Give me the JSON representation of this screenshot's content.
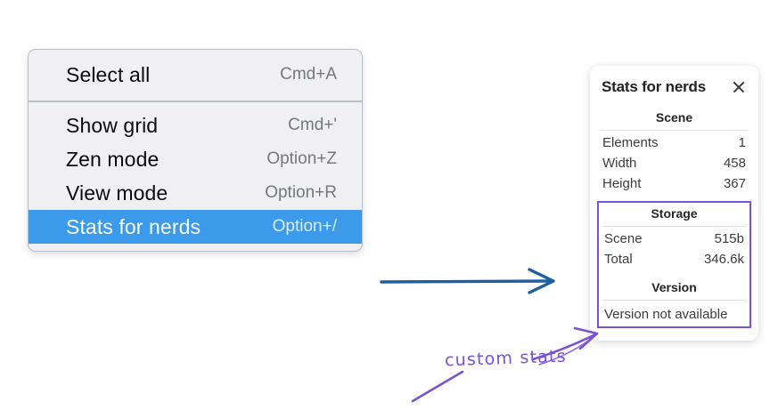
{
  "context_menu": {
    "groups": [
      {
        "items": [
          {
            "label": "Select all",
            "shortcut": "Cmd+A",
            "selected": false
          }
        ]
      },
      {
        "items": [
          {
            "label": "Show grid",
            "shortcut": "Cmd+'",
            "selected": false
          },
          {
            "label": "Zen mode",
            "shortcut": "Option+Z",
            "selected": false
          },
          {
            "label": "View mode",
            "shortcut": "Option+R",
            "selected": false
          },
          {
            "label": "Stats for nerds",
            "shortcut": "Option+/",
            "selected": true
          }
        ]
      }
    ],
    "selected_bg": "#3b9bea"
  },
  "stats_panel": {
    "title": "Stats for nerds",
    "close_icon": "close-icon",
    "scene": {
      "heading": "Scene",
      "rows": [
        {
          "label": "Elements",
          "value": "1"
        },
        {
          "label": "Width",
          "value": "458"
        },
        {
          "label": "Height",
          "value": "367"
        }
      ]
    },
    "storage": {
      "heading": "Storage",
      "rows": [
        {
          "label": "Scene",
          "value": "515b"
        },
        {
          "label": "Total",
          "value": "346.6k"
        }
      ]
    },
    "version": {
      "heading": "Version",
      "text": "Version not available"
    },
    "highlight_color": "#7a52d8"
  },
  "annotations": {
    "label": "custom stats",
    "label_color": "#7a52d8",
    "flow_arrow_color": "#1f5fa0"
  }
}
